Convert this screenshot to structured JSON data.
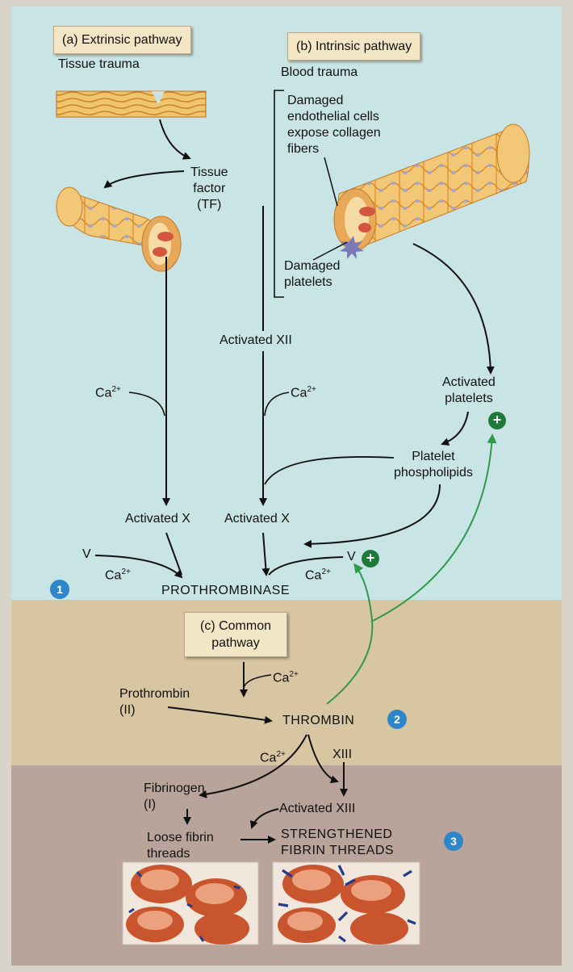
{
  "pathways": {
    "extrinsic_title": "(a) Extrinsic pathway",
    "intrinsic_title": "(b) Intrinsic pathway",
    "common_title": "(c) Common\npathway"
  },
  "labels": {
    "tissue_trauma": "Tissue trauma",
    "blood_trauma": "Blood trauma",
    "damaged_endothelial": "Damaged\nendothelial cells\nexpose collagen\nfibers",
    "tissue_factor": "Tissue\nfactor\n(TF)",
    "damaged_platelets": "Damaged\nplatelets",
    "activated_xii": "Activated XII",
    "activated_platelets": "Activated\nplatelets",
    "platelet_phospholipids": "Platelet\nphospholipids",
    "ca_left": "Ca",
    "ca_mid": "Ca",
    "ca_pro_left": "Ca",
    "ca_pro_right": "Ca",
    "ca_common": "Ca",
    "ca_thrombin": "Ca",
    "ca_sup": "2+",
    "activated_x_left": "Activated X",
    "activated_x_right": "Activated X",
    "v_left": "V",
    "v_right": "V",
    "prothrombinase": "PROTHROMBINASE",
    "prothrombin": "Prothrombin\n(II)",
    "thrombin": "THROMBIN",
    "xiii": "XIII",
    "fibrinogen": "Fibrinogen\n(I)",
    "activated_xiii": "Activated XIII",
    "loose_fibrin": "Loose fibrin\nthreads",
    "strengthened_fibrin": "STRENGTHENED\nFIBRIN THREADS"
  },
  "badges": {
    "one": "1",
    "two": "2",
    "three": "3",
    "plus": "+"
  },
  "colors": {
    "zone1_bg": "#c9e4e4",
    "zone2_bg": "#d8c6a2",
    "zone3_bg": "#b8a49a",
    "arrow_black": "#111111",
    "arrow_green": "#2f9a4a",
    "badge_blue": "#2e86c9",
    "vessel_fill": "#f0c46a",
    "cell_red": "#d2573e"
  }
}
